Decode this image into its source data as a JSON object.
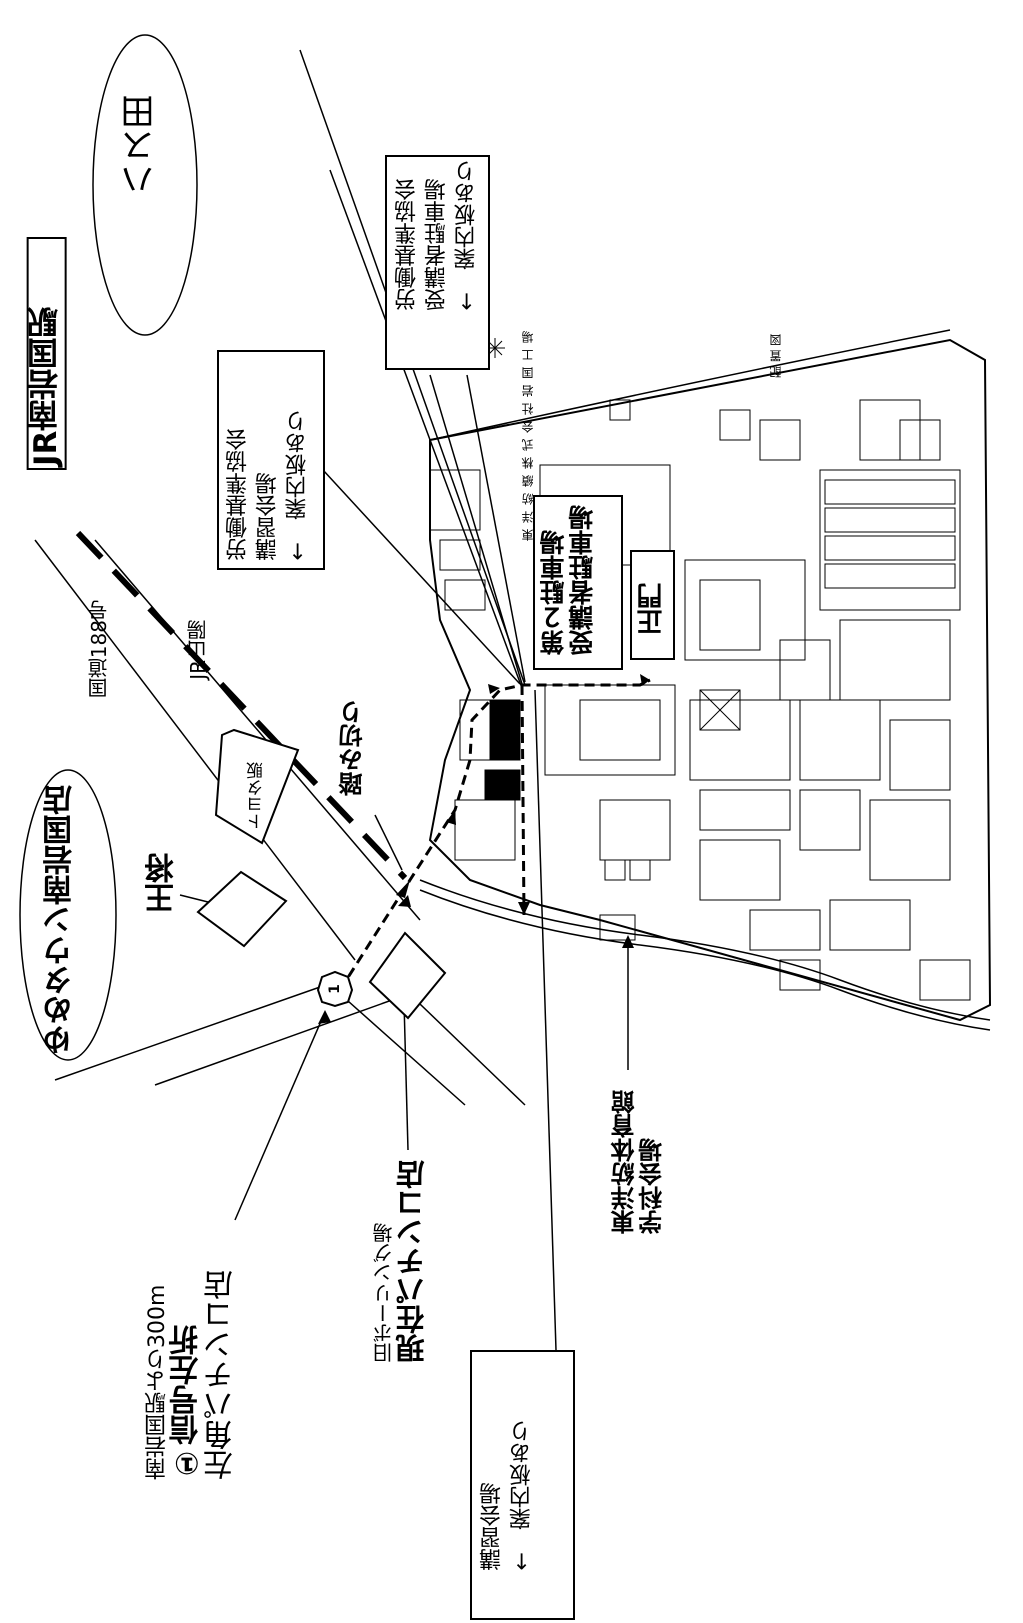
{
  "labels": {
    "station": "JR南岩国駅",
    "lotus_field": "ハス田",
    "youme_town": "ゆめタウン南岩国店",
    "route188": "国道188号",
    "jr_sanyo": "JR山陽",
    "toyota": "トヨタ販",
    "ohsho": "王将",
    "railroad_crossing": "踏み切り",
    "signal_number": "1",
    "gym_line1": "東洋紡体育館",
    "gym_line2": "学科会場",
    "bowling_line1": "旧ボーリング場",
    "bowling_line2": "現在パチンコ店",
    "signal_line1": "南岩国駅より300m",
    "signal_line2": "①信号左折",
    "signal_line3": "左角パチンコ店",
    "parking2_line1": "第２駐車場",
    "parking2_line2": "受講者駐車場",
    "main_gate": "正門",
    "factory_title": "東洋紡績株式会社岩国工場",
    "layout_label": "配置図"
  },
  "callouts": {
    "parking_box": {
      "line1": "労働基準協会",
      "line2": "受講者駐車場",
      "line3": "←　案内板あり"
    },
    "lecture_box": {
      "line1": "労働基準協会",
      "line2": "講習会場",
      "line3": "←　案内板あり"
    },
    "bottom_box": {
      "line1": "講習会場",
      "line2": "←　案内板あり"
    }
  }
}
